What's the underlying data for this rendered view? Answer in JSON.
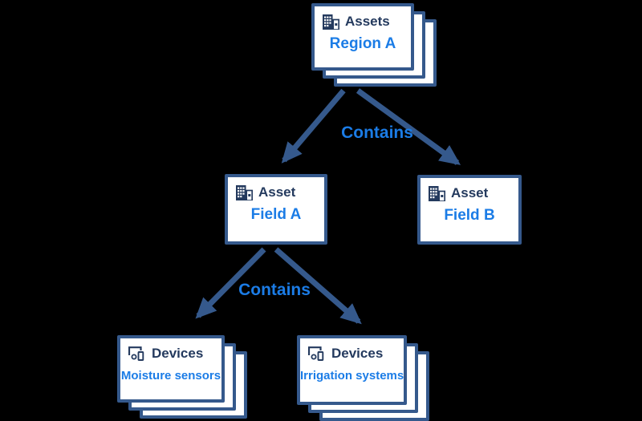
{
  "diagram": {
    "colors": {
      "background": "#000000",
      "card_border": "#35598c",
      "type_label_text": "#243a5e",
      "name_text": "#1b7ce6",
      "arrow": "#35598c"
    },
    "icons": [
      "building-icon",
      "devices-icon"
    ],
    "nodes": {
      "region_a": {
        "type_label": "Assets",
        "name": "Region A",
        "stacked": true,
        "icon": "building-icon"
      },
      "field_a": {
        "type_label": "Asset",
        "name": "Field A",
        "stacked": false,
        "icon": "building-icon"
      },
      "field_b": {
        "type_label": "Asset",
        "name": "Field B",
        "stacked": false,
        "icon": "building-icon"
      },
      "moisture": {
        "type_label": "Devices",
        "name": "Moisture sensors",
        "stacked": true,
        "icon": "devices-icon"
      },
      "irrigation": {
        "type_label": "Devices",
        "name": "Irrigation systems",
        "stacked": true,
        "icon": "devices-icon"
      }
    },
    "edges": {
      "contains_top": {
        "label": "Contains",
        "from": "region_a",
        "to": [
          "field_a",
          "field_b"
        ]
      },
      "contains_bottom": {
        "label": "Contains",
        "from": "field_a",
        "to": [
          "moisture",
          "irrigation"
        ]
      }
    }
  }
}
